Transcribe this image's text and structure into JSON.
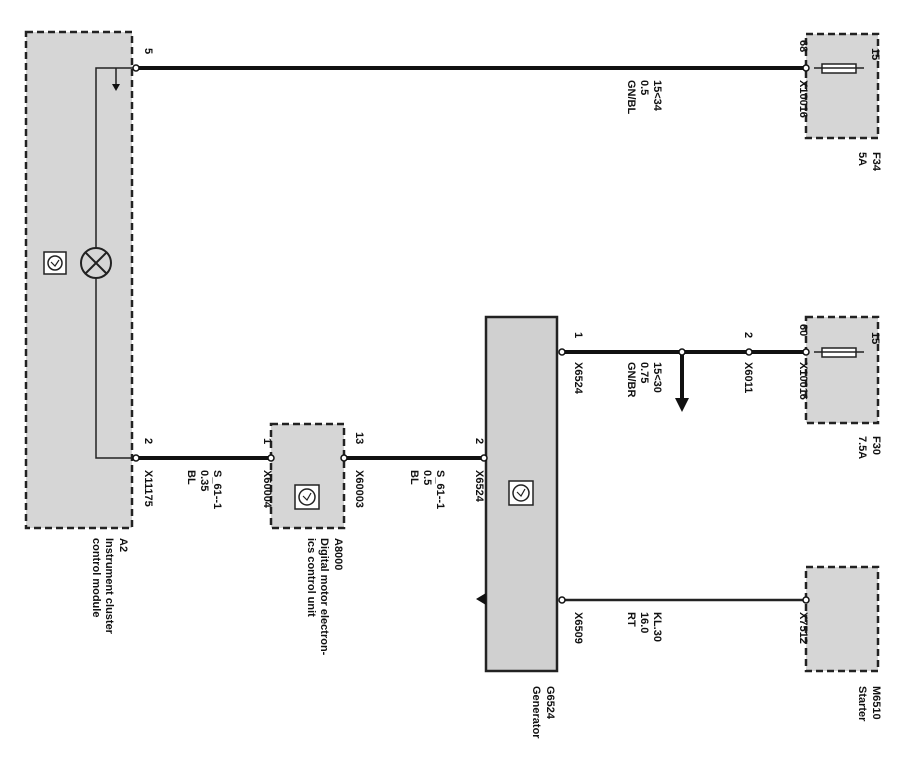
{
  "components": {
    "a2": {
      "id": "A2",
      "name": [
        "Instrument cluster",
        "control module"
      ]
    },
    "a8000": {
      "id": "A8000",
      "name": [
        "Digital motor electron-",
        "ics control unit"
      ]
    },
    "g6524": {
      "id": "G6524",
      "name": "Generator"
    },
    "m6510": {
      "id": "M6510",
      "name": "Starter"
    },
    "f34": {
      "id": "F34",
      "rating": "5A",
      "in_pin": "68",
      "out_pin": "15",
      "connector": "X10016"
    },
    "f30": {
      "id": "F30",
      "rating": "7.5A",
      "in_pin": "60",
      "out_pin": "15",
      "connector": "X10016"
    }
  },
  "pins": {
    "a2_top": "5",
    "a2_bottom": "2",
    "a2_connector": "X11175",
    "a8000_left": "1",
    "a8000_left_conn": "X60004",
    "a8000_right": "13",
    "a8000_right_conn": "X60003",
    "g_left": "2",
    "g_left_conn": "X6524",
    "g_top": "1",
    "g_top_conn": "X6524",
    "x6011_pin": "2",
    "x6011_conn": "X6011",
    "g_b": "X6509",
    "starter_conn": "X7512"
  },
  "wires": {
    "w1": {
      "signal": "15<34",
      "gauge": "0.5",
      "color": "GN/BL"
    },
    "w2": {
      "signal": "S_61--1",
      "gauge": "0.35",
      "color": "BL"
    },
    "w3": {
      "signal": "S_61--1",
      "gauge": "0.5",
      "color": "BL"
    },
    "w4": {
      "signal": "15<30",
      "gauge": "0.75",
      "color": "GN/BR"
    },
    "w5": {
      "signal": "KL.30",
      "gauge": "16.0",
      "color": "RT"
    }
  }
}
